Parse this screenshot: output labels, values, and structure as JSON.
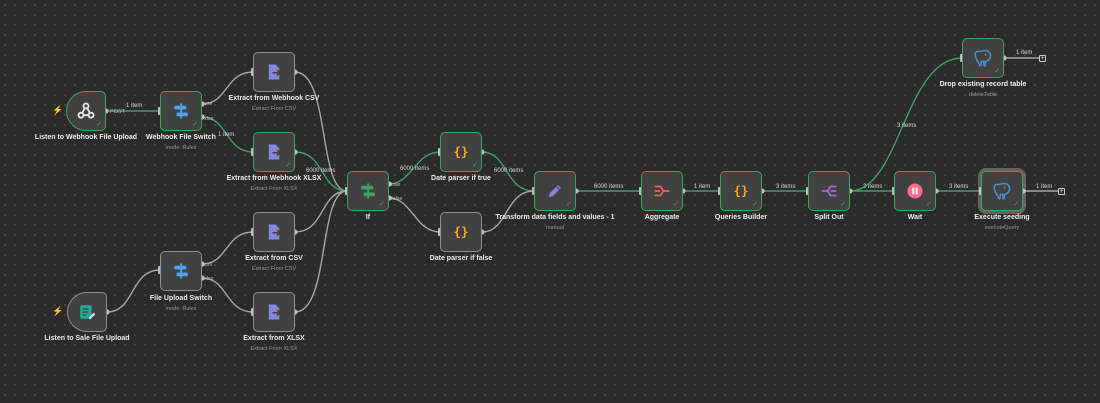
{
  "nodes": {
    "listen_webhook": {
      "title": "Listen to Webhook File Upload",
      "subtitle": ""
    },
    "webhook_switch": {
      "title": "Webhook File Switch",
      "subtitle": "mode: Rules"
    },
    "extract_webhook_csv": {
      "title": "Extract from Webhook CSV",
      "subtitle": "Extract From CSV"
    },
    "extract_webhook_xlsx": {
      "title": "Extract from Webhook XLSX",
      "subtitle": "Extract From XLSX"
    },
    "listen_sale": {
      "title": "Listen to Sale File Upload",
      "subtitle": ""
    },
    "file_upload_switch": {
      "title": "File Upload Switch",
      "subtitle": "mode: Rules"
    },
    "extract_csv": {
      "title": "Extract from CSV",
      "subtitle": "Extract From CSV"
    },
    "extract_xlsx": {
      "title": "Extract from XLSX",
      "subtitle": "Extract From XLSX"
    },
    "if": {
      "title": "If",
      "subtitle": ""
    },
    "date_true": {
      "title": "Date parser if true",
      "subtitle": ""
    },
    "date_false": {
      "title": "Date parser if false",
      "subtitle": ""
    },
    "transform": {
      "title": "Transform data fields and values - 1",
      "subtitle": "manual"
    },
    "aggregate": {
      "title": "Aggregate",
      "subtitle": ""
    },
    "queries_builder": {
      "title": "Queries Builder",
      "subtitle": ""
    },
    "split_out": {
      "title": "Split Out",
      "subtitle": ""
    },
    "wait": {
      "title": "Wait",
      "subtitle": ""
    },
    "drop_table": {
      "title": "Drop existing record table",
      "subtitle": "deleteTable"
    },
    "execute_seeding": {
      "title": "Execute seeding",
      "subtitle": "executeQuery"
    }
  },
  "handles": {
    "post": "POST",
    "csv": "csv",
    "xlsx": "xlsx",
    "true": "true",
    "false": "false"
  },
  "edge_labels": {
    "webhook_to_switch": "1 item",
    "switch_to_xlsx": "1 item",
    "xlsx_to_if": "6000 items",
    "if_to_date_true": "6000 items",
    "date_true_to_transform": "6000 items",
    "transform_to_aggregate": "6000 items",
    "aggregate_to_queries": "1 item",
    "queries_to_split": "3 items",
    "split_to_wait": "3 items",
    "split_to_drop": "3 items",
    "wait_to_execute": "3 items",
    "drop_output": "1 item",
    "execute_output": "1 item"
  },
  "icons": {
    "webhook": "webhook-icon",
    "switch": "switch-icon",
    "extract": "extract-file-icon",
    "form": "form-upload-icon",
    "if": "if-icon",
    "code": "braces-icon",
    "edit": "pencil-icon",
    "aggregate": "aggregate-icon",
    "split": "split-out-icon",
    "wait": "pause-icon",
    "postgres": "postgres-elephant-icon"
  },
  "colors": {
    "success": "#3fa163",
    "switch_blue": "#4aa3f0",
    "extract_purple": "#7f87d8",
    "braces_orange": "#f5a623",
    "pencil_purple": "#8b7fe0",
    "aggregate_red": "#ff5a5a",
    "split_purple": "#a16be0",
    "wait_pink": "#ff6d8a",
    "postgres_blue": "#4a90c8",
    "form_green": "#1fae8f",
    "trigger_bolt": "#ff5a5a"
  }
}
